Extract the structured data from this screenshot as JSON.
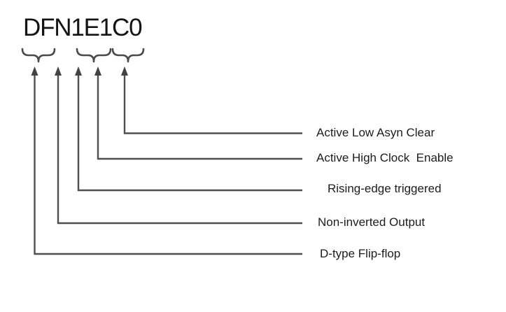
{
  "title": "DFN1E1C0",
  "callouts": [
    "Active Low Asyn Clear",
    "Active High Clock  Enable",
    "Rising-edge triggered",
    "Non-inverted Output",
    "D-type Flip-flop"
  ],
  "colors": {
    "line": "#4f4f4f",
    "brace": "#4a4a4a",
    "title_text": "#141414",
    "label_text": "#1c1c1c",
    "background": "#ffffff"
  }
}
